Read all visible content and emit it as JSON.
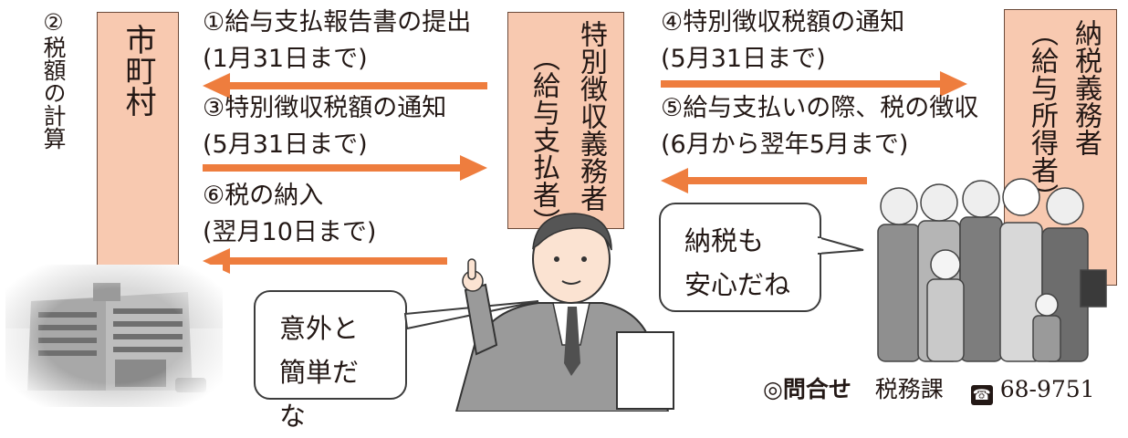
{
  "side_label": {
    "number": "②",
    "text": "税額の計算"
  },
  "municipality": "市町村",
  "employer": {
    "title": "特別徴収義務者",
    "sub": "（給与支払者）"
  },
  "taxpayer": {
    "title": "納税義務者",
    "sub": "（給与所得者）"
  },
  "left_steps": [
    {
      "line1": "①給与支払報告書の提出",
      "line2": "(1月31日まで)"
    },
    {
      "line1": "③特別徴収税額の通知",
      "line2": "(5月31日まで)"
    },
    {
      "line1": "⑥税の納入",
      "line2": "(翌月10日まで)"
    }
  ],
  "right_steps": [
    {
      "line1": "④特別徴収税額の通知",
      "line2": "(5月31日まで)"
    },
    {
      "line1": "⑤給与支払いの際、税の徴収",
      "line2": "(6月から翌年5月まで)"
    }
  ],
  "bubble_employer": {
    "line1": "意外と",
    "line2": "簡単だな"
  },
  "bubble_taxpayer": {
    "line1": "納税も",
    "line2": "安心だね"
  },
  "contact": {
    "label": "◎問合せ",
    "dept": "税務課",
    "phone_icon": "phone-icon",
    "phone": "68-9751"
  },
  "colors": {
    "arrow": "#ee7d3e",
    "box_fill": "#f8c9b0"
  }
}
